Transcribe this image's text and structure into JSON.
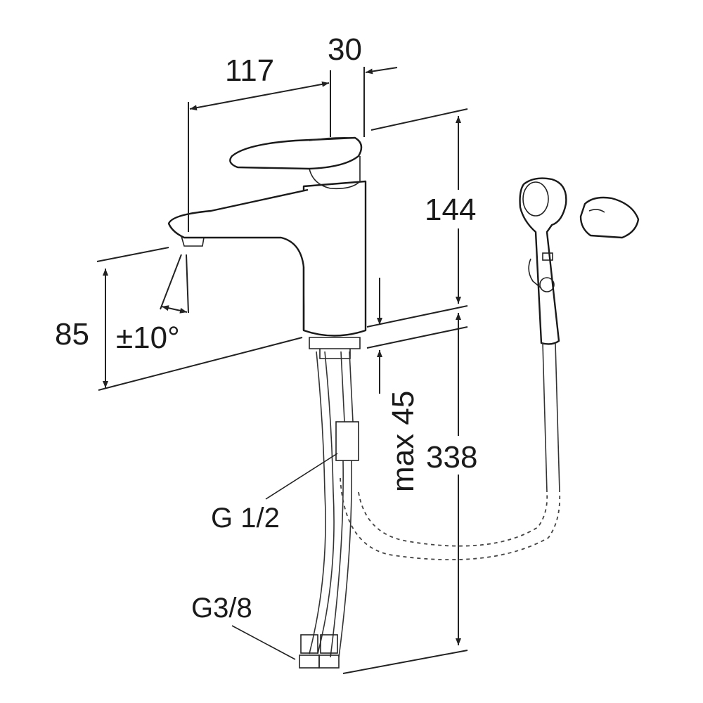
{
  "dimensions": {
    "spout_reach": "117",
    "lever_offset": "30",
    "lever_height": "144",
    "spout_height": "85",
    "swivel": "±10°",
    "max_thickness": "max 45",
    "hose_length": "338"
  },
  "threads": {
    "outlet": "G 1/2",
    "inlet": "G3/8"
  }
}
